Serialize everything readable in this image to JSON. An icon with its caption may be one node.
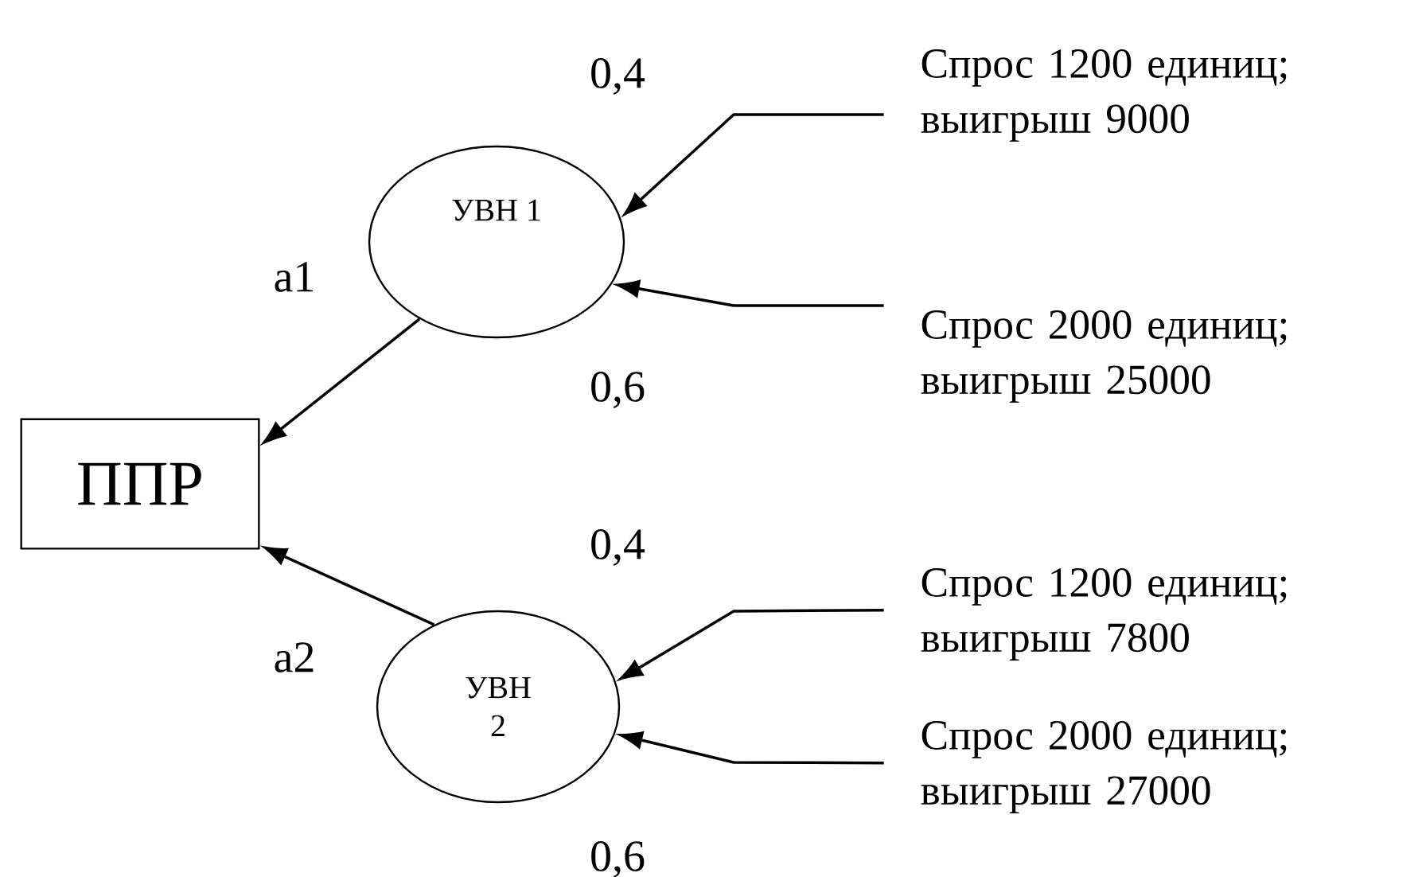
{
  "diagram": {
    "nodes": [
      {
        "text": [
          "ППР"
        ]
      },
      {
        "text": [
          "УВН 1"
        ]
      },
      {
        "text": [
          "УВН 2"
        ]
      },
      {
        "text": [
          "Спрос 1200 единиц; выигрыш 9000"
        ]
      },
      {
        "text": [
          "Спрос 2000 единиц; выигрыш 25000"
        ]
      },
      {
        "text": [
          "Спрос 1200 единиц; выигрыш 7800"
        ]
      },
      {
        "text": [
          "Спрос 2000 единиц; выигрыш 27000"
        ]
      }
    ],
    "edges": [
      {
        "from": 1,
        "to": 0,
        "arrow": "to",
        "label": "a1"
      },
      {
        "from": 2,
        "to": 0,
        "arrow": "to",
        "label": "a2"
      },
      {
        "from": 3,
        "to": 1,
        "arrow": "to",
        "label": "0,4"
      },
      {
        "from": 4,
        "to": 1,
        "arrow": "to",
        "label": "0,6"
      },
      {
        "from": 5,
        "to": 2,
        "arrow": "to",
        "label": "0,4"
      },
      {
        "from": 6,
        "to": 2,
        "arrow": "to",
        "label": "0,6"
      }
    ]
  }
}
